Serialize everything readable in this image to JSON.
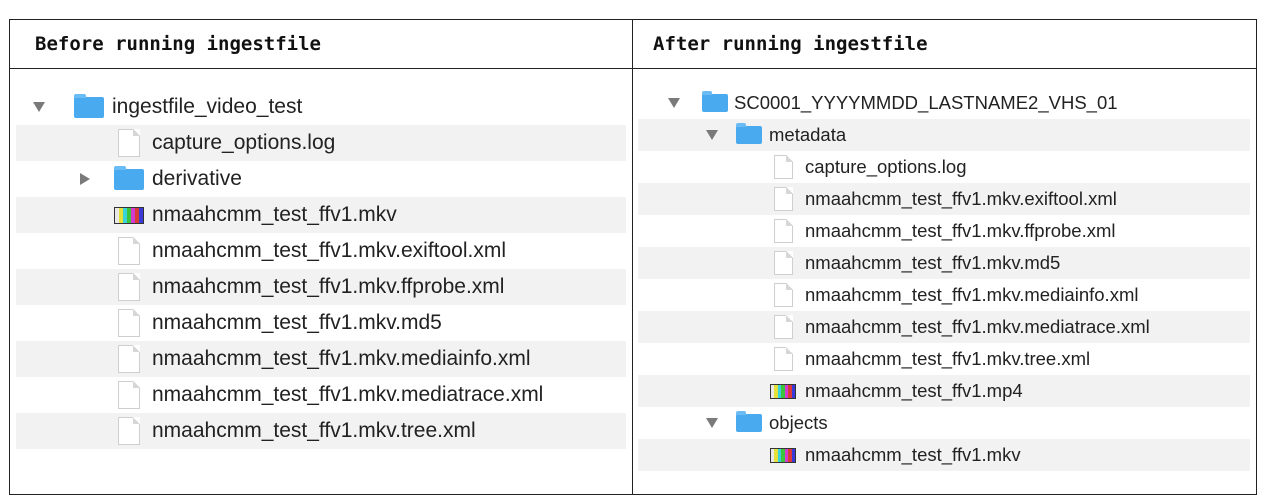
{
  "headers": {
    "before": "Before running ingestfile",
    "after": "After running ingestfile"
  },
  "before": {
    "root": "ingestfile_video_test",
    "items": [
      {
        "name": "capture_options.log",
        "icon": "document-icon"
      },
      {
        "name": "derivative",
        "icon": "folder-icon",
        "expanded": false
      },
      {
        "name": "nmaahcmm_test_ffv1.mkv",
        "icon": "video-file-icon"
      },
      {
        "name": "nmaahcmm_test_ffv1.mkv.exiftool.xml",
        "icon": "document-icon"
      },
      {
        "name": "nmaahcmm_test_ffv1.mkv.ffprobe.xml",
        "icon": "document-icon"
      },
      {
        "name": "nmaahcmm_test_ffv1.mkv.md5",
        "icon": "document-icon"
      },
      {
        "name": "nmaahcmm_test_ffv1.mkv.mediainfo.xml",
        "icon": "document-icon"
      },
      {
        "name": "nmaahcmm_test_ffv1.mkv.mediatrace.xml",
        "icon": "document-icon"
      },
      {
        "name": "nmaahcmm_test_ffv1.mkv.tree.xml",
        "icon": "document-icon"
      }
    ]
  },
  "after": {
    "root": "SC0001_YYYYMMDD_LASTNAME2_VHS_01",
    "metadata": {
      "name": "metadata",
      "items": [
        "capture_options.log",
        "nmaahcmm_test_ffv1.mkv.exiftool.xml",
        "nmaahcmm_test_ffv1.mkv.ffprobe.xml",
        "nmaahcmm_test_ffv1.mkv.md5",
        "nmaahcmm_test_ffv1.mkv.mediainfo.xml",
        "nmaahcmm_test_ffv1.mkv.mediatrace.xml",
        "nmaahcmm_test_ffv1.mkv.tree.xml",
        "nmaahcmm_test_ffv1.mp4"
      ]
    },
    "objects": {
      "name": "objects",
      "items": [
        "nmaahcmm_test_ffv1.mkv"
      ]
    }
  },
  "colors": {
    "folder": "#4aaaf0",
    "stripe": "#f2f2f2",
    "border": "#222222"
  }
}
